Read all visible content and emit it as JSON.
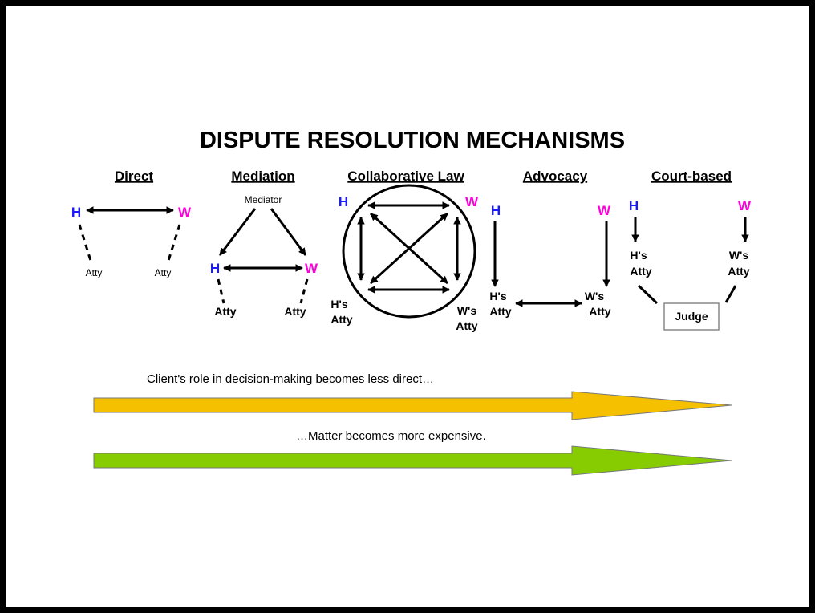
{
  "title": "DISPUTE RESOLUTION MECHANISMS",
  "colors": {
    "h": "#1a1aff",
    "w": "#ff00dd",
    "yellow_arrow": "#f5c000",
    "green_arrow": "#86cc00"
  },
  "columns": {
    "direct": {
      "header": "Direct",
      "h": "H",
      "w": "W",
      "h_atty": "Atty",
      "w_atty": "Atty"
    },
    "mediation": {
      "header": "Mediation",
      "mediator": "Mediator",
      "h": "H",
      "w": "W",
      "h_atty": "Atty",
      "w_atty": "Atty"
    },
    "collaborative": {
      "header": "Collaborative Law",
      "h": "H",
      "w": "W",
      "h_atty_1": "H's",
      "h_atty_2": "Atty",
      "w_atty_1": "W's",
      "w_atty_2": "Atty"
    },
    "advocacy": {
      "header": "Advocacy",
      "h": "H",
      "w": "W",
      "h_atty_1": "H's",
      "h_atty_2": "Atty",
      "w_atty_1": "W's",
      "w_atty_2": "Atty"
    },
    "court": {
      "header": "Court-based",
      "h": "H",
      "w": "W",
      "h_atty_1": "H's",
      "h_atty_2": "Atty",
      "w_atty_1": "W's",
      "w_atty_2": "Atty",
      "judge": "Judge"
    }
  },
  "captions": {
    "role": "Client's role in decision-making becomes less direct…",
    "expense": "…Matter becomes more expensive."
  }
}
